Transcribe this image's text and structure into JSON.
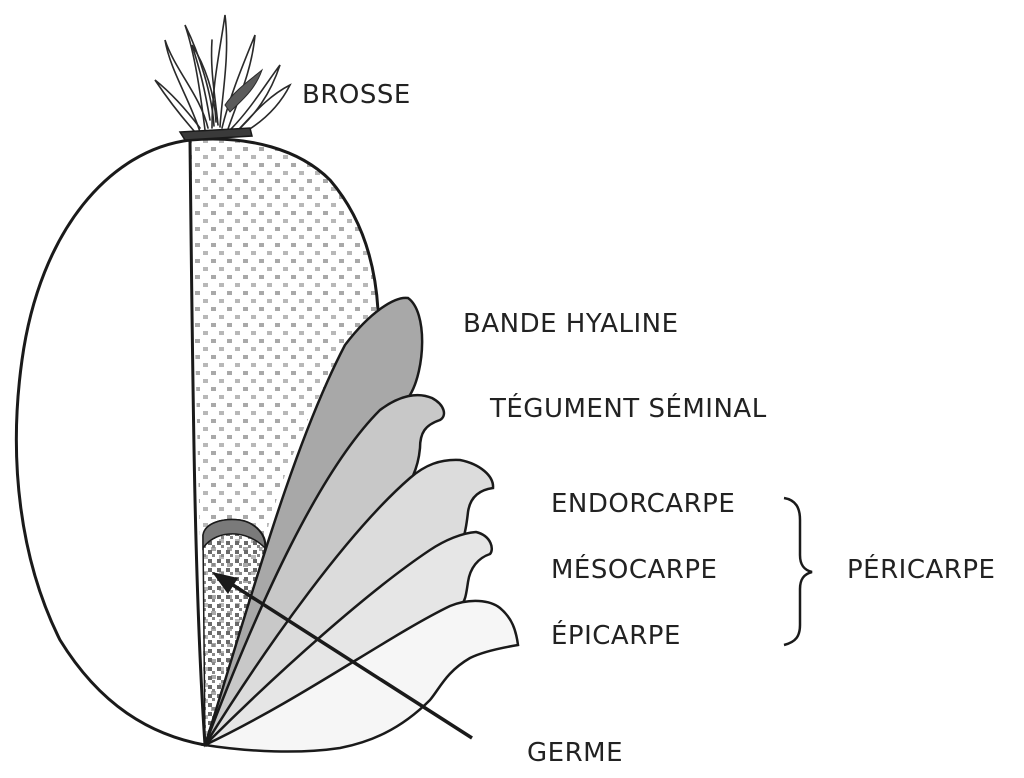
{
  "labels": {
    "brosse": "BROSSE",
    "bande_hyaline": "BANDE HYALINE",
    "tegument_seminal": "TÉGUMENT SÉMINAL",
    "endocarpe": "ENDORCARPE",
    "mesocarpe": "MÉSOCARPE",
    "epicarpe": "ÉPICARPE",
    "pericarpe": "PÉRICARPE",
    "germe": "GERME"
  },
  "colors": {
    "outline": "#1a1a1a",
    "endosperm_dot": "#a9a9a9",
    "bande_hyaline": "#a8a8a8",
    "tegument": "#c8c8c8",
    "endocarpe": "#dcdcdc",
    "mesocarpe": "#e6e6e6",
    "epicarpe": "#f6f6f6",
    "germ_cap": "#7a7a7a"
  }
}
